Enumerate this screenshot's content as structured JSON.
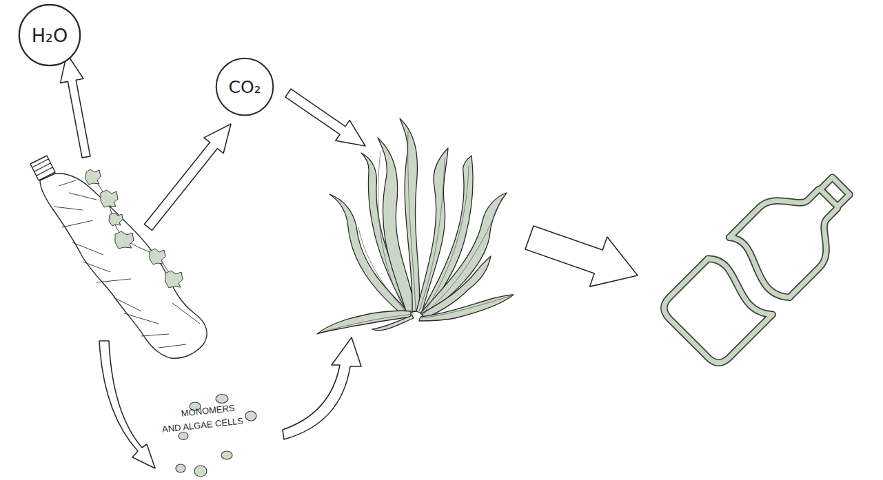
{
  "diagram": {
    "nodes": [
      {
        "text": [
          "H₂O"
        ]
      },
      {
        "text": [
          "CO₂"
        ]
      }
    ],
    "labels": [
      "MONOMERS AND ALGAE CELLS"
    ]
  }
}
